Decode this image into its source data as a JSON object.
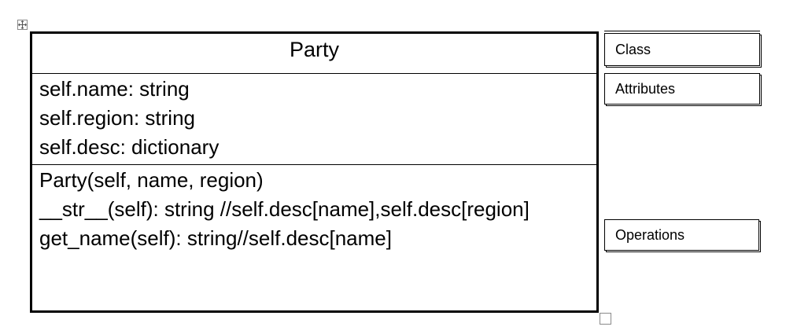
{
  "uml_class": {
    "name": "Party",
    "attributes": [
      "self.name: string",
      "self.region: string",
      "self.desc: dictionary"
    ],
    "operations": [
      "Party(self, name, region)",
      "__str__(self): string //self.desc[name],self.desc[region]",
      "get_name(self): string//self.desc[name]"
    ]
  },
  "labels": {
    "class": "Class",
    "attributes": "Attributes",
    "operations": "Operations"
  },
  "handles": {
    "move": "move-handle-icon",
    "resize": "resize-handle-icon"
  }
}
